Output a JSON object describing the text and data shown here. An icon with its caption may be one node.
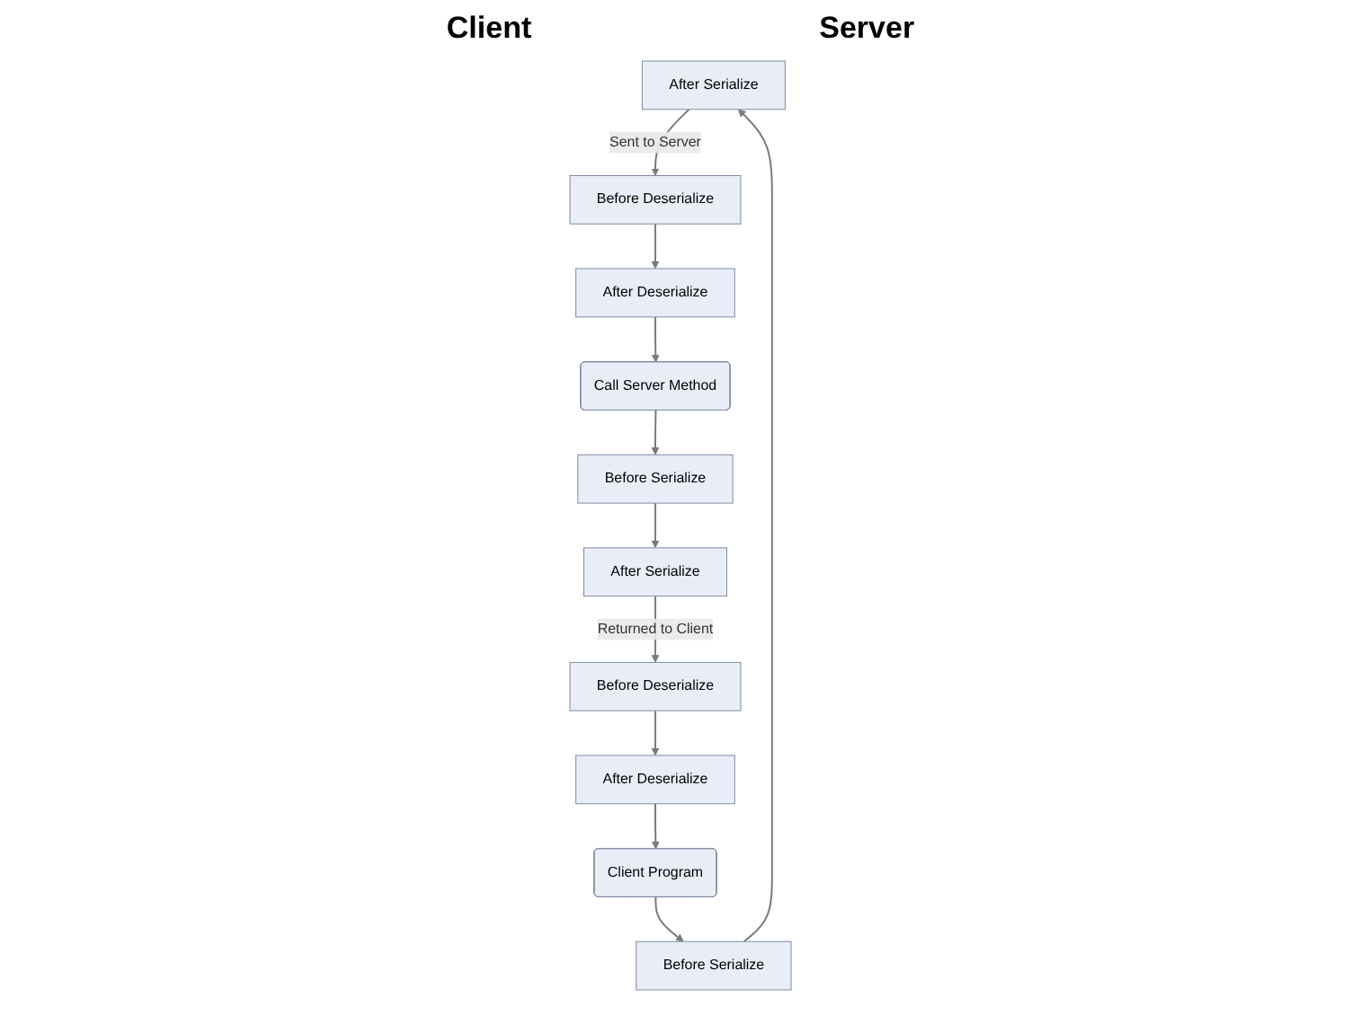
{
  "diagram": {
    "nodes": [
      {
        "text": [
          "After Serialize"
        ]
      },
      {
        "text": [
          "Before Serialize"
        ]
      },
      {
        "text": [
          "Client Program"
        ]
      },
      {
        "text": [
          "After Deserialize"
        ]
      },
      {
        "text": [
          "Before Deserialize"
        ]
      },
      {
        "text": [
          "Before Deserialize"
        ]
      },
      {
        "text": [
          "After Deserialize"
        ]
      },
      {
        "text": [
          "Call Server Method"
        ]
      },
      {
        "text": [
          "Before Serialize"
        ]
      },
      {
        "text": [
          "After Serialize"
        ]
      }
    ],
    "edges": [
      {
        "from": 4,
        "to": 3,
        "arrow": "to"
      },
      {
        "from": 3,
        "to": 2,
        "arrow": "to"
      },
      {
        "from": 2,
        "to": 1,
        "arrow": "to"
      },
      {
        "from": 1,
        "to": 0,
        "arrow": "to"
      },
      {
        "from": 0,
        "to": 5,
        "arrow": "to",
        "label": "Sent to Server"
      },
      {
        "from": 5,
        "to": 6,
        "arrow": "to"
      },
      {
        "from": 6,
        "to": 7,
        "arrow": "to"
      },
      {
        "from": 7,
        "to": 8,
        "arrow": "to"
      },
      {
        "from": 8,
        "to": 9,
        "arrow": "to"
      },
      {
        "from": 9,
        "to": 4,
        "arrow": "to",
        "label": "Returned to Client"
      }
    ],
    "labels": [
      "Client",
      "Server"
    ]
  }
}
